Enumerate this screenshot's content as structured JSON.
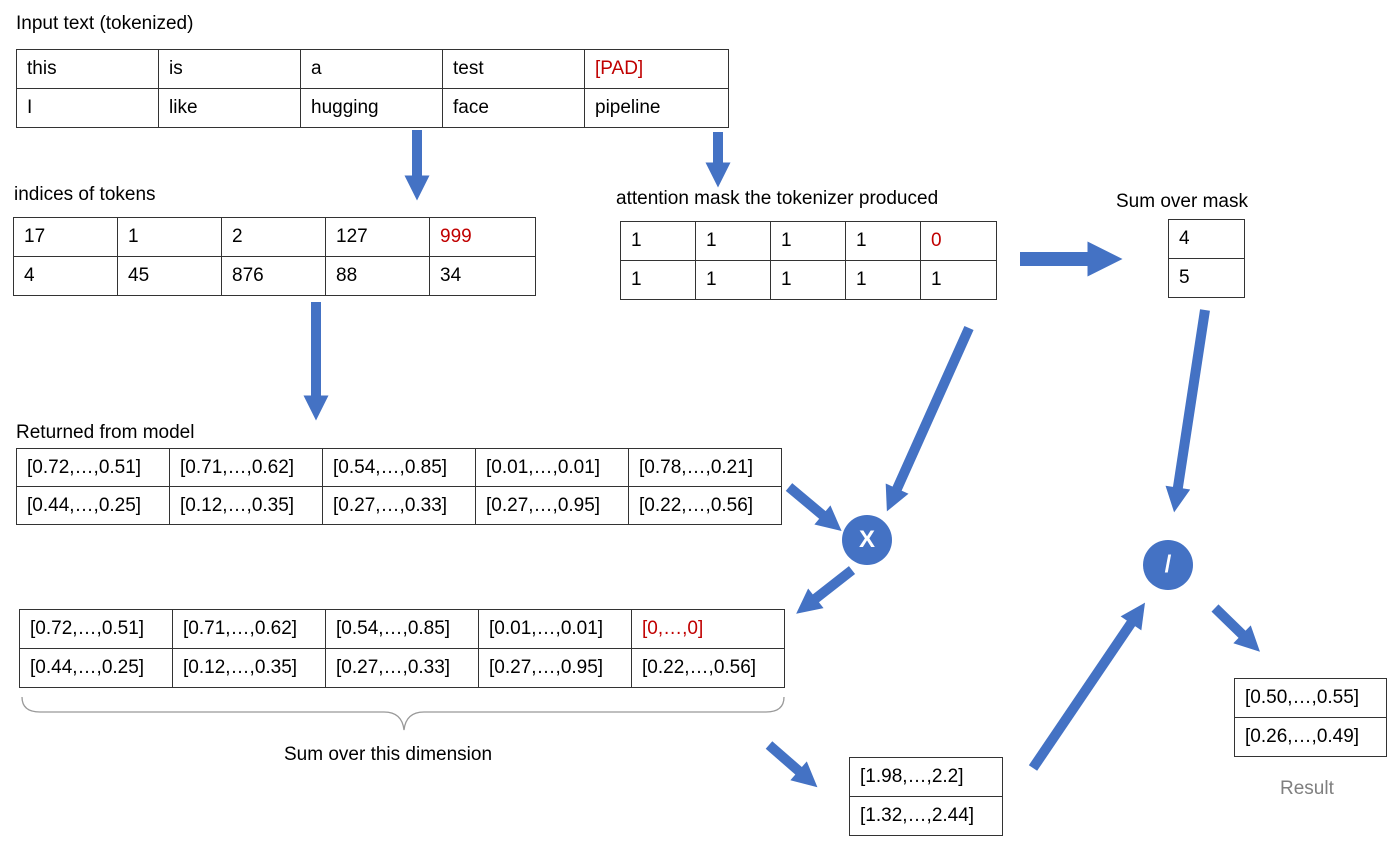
{
  "colors": {
    "arrow": "#4472c4",
    "border": "#333333",
    "highlight": "#c00000",
    "result_label": "#7f7f7f"
  },
  "input_text": {
    "title": "Input text (tokenized)",
    "rows": [
      [
        "this",
        "is",
        "a",
        "test",
        "[PAD]"
      ],
      [
        "I",
        "like",
        "hugging",
        "face",
        "pipeline"
      ]
    ]
  },
  "token_indices": {
    "title": "indices of tokens",
    "rows": [
      [
        "17",
        "1",
        "2",
        "127",
        "999"
      ],
      [
        "4",
        "45",
        "876",
        "88",
        "34"
      ]
    ]
  },
  "attention_mask": {
    "title": "attention mask the tokenizer produced",
    "rows": [
      [
        "1",
        "1",
        "1",
        "1",
        "0"
      ],
      [
        "1",
        "1",
        "1",
        "1",
        "1"
      ]
    ]
  },
  "mask_sum": {
    "title": "Sum over mask",
    "rows": [
      [
        "4"
      ],
      [
        "5"
      ]
    ]
  },
  "model_output": {
    "title": "Returned from model",
    "rows": [
      [
        "[0.72,…,0.51]",
        "[0.71,…,0.62]",
        "[0.54,…,0.85]",
        "[0.01,…,0.01]",
        "[0.78,…,0.21]"
      ],
      [
        "[0.44,…,0.25]",
        "[0.12,…,0.35]",
        "[0.27,…,0.33]",
        "[0.27,…,0.95]",
        "[0.22,…,0.56]"
      ]
    ]
  },
  "masked_output": {
    "rows": [
      [
        "[0.72,…,0.51]",
        "[0.71,…,0.62]",
        "[0.54,…,0.85]",
        "[0.01,…,0.01]",
        "[0,…,0]"
      ],
      [
        "[0.44,…,0.25]",
        "[0.12,…,0.35]",
        "[0.27,…,0.33]",
        "[0.27,…,0.95]",
        "[0.22,…,0.56]"
      ]
    ],
    "brace_label": "Sum over this dimension"
  },
  "summed": {
    "rows": [
      [
        "[1.98,…,2.2]"
      ],
      [
        "[1.32,…,2.44]"
      ]
    ]
  },
  "result": {
    "rows": [
      [
        "[0.50,…,0.55]"
      ],
      [
        "[0.26,…,0.49]"
      ]
    ],
    "label": "Result"
  },
  "operators": {
    "multiply": "X",
    "divide": "/"
  }
}
